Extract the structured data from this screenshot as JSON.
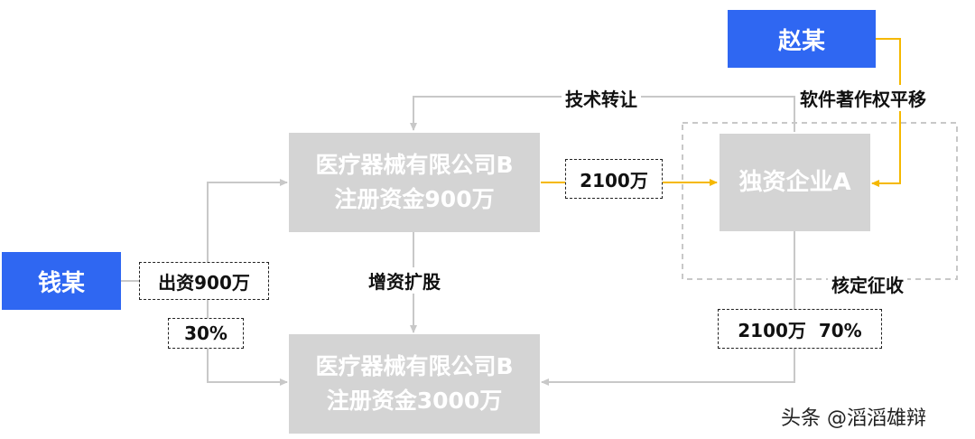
{
  "nodes": {
    "zhao": "赵某",
    "qian": "钱某",
    "company_b_top": {
      "line1": "医疗器械有限公司B",
      "line2": "注册资金900万"
    },
    "company_b_bottom": {
      "line1": "医疗器械有限公司B",
      "line2": "注册资金3000万"
    },
    "enterprise_a": "独资企业A"
  },
  "labels": {
    "tech_transfer": "技术转让",
    "software_transfer": "软件著作权平移",
    "capital_increase": "增资扩股",
    "assessment": "核定征收",
    "investment": "出资900万",
    "share_30": "30%",
    "amount_2100": "2100万",
    "amount_share_70": "2100万  70%"
  },
  "watermark": "头条 @滔滔雄辩",
  "colors": {
    "person_box": "#2f67f2",
    "company_box": "#d4d4d4",
    "connector": "#cccccc",
    "highlight_arrow": "#f5b800"
  }
}
